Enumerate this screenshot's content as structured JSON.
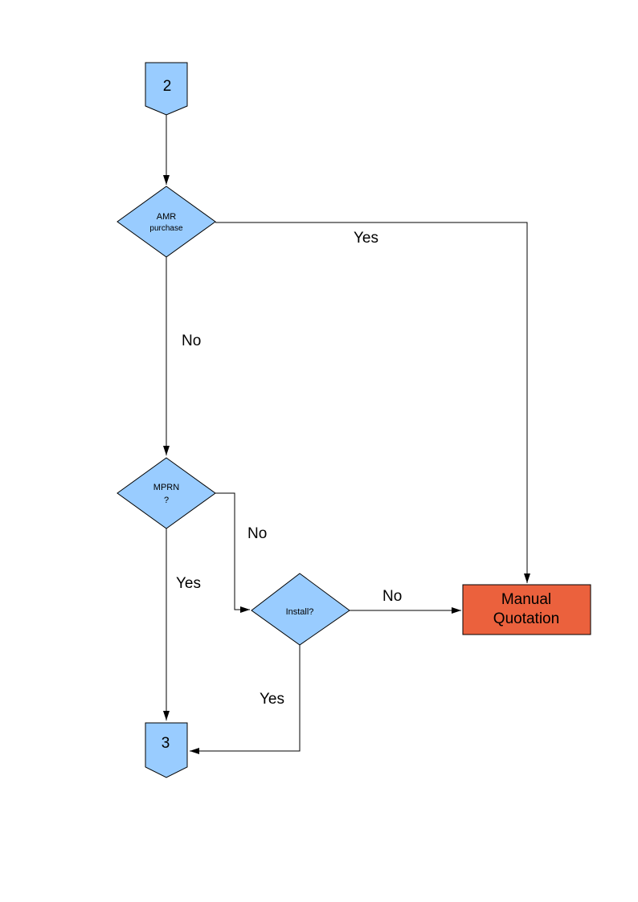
{
  "colors": {
    "shape_fill": "#99CCFF",
    "shape_border": "#000000",
    "manual_box_fill": "#EB613D",
    "line": "#000000",
    "page_background": "#FFFFFF"
  },
  "nodes": {
    "connector_2": {
      "label": "2"
    },
    "amr_decision": {
      "line1": "AMR",
      "line2": "purchase"
    },
    "mprn_decision": {
      "line1": "MPRN",
      "line2": "?"
    },
    "install_decision": {
      "label": "Install?"
    },
    "manual_quotation": {
      "line1": "Manual",
      "line2": "Quotation"
    },
    "connector_3": {
      "label": "3"
    }
  },
  "edge_labels": {
    "amr_yes": "Yes",
    "amr_no": "No",
    "mprn_no": "No",
    "mprn_yes": "Yes",
    "install_no": "No",
    "install_yes": "Yes"
  }
}
